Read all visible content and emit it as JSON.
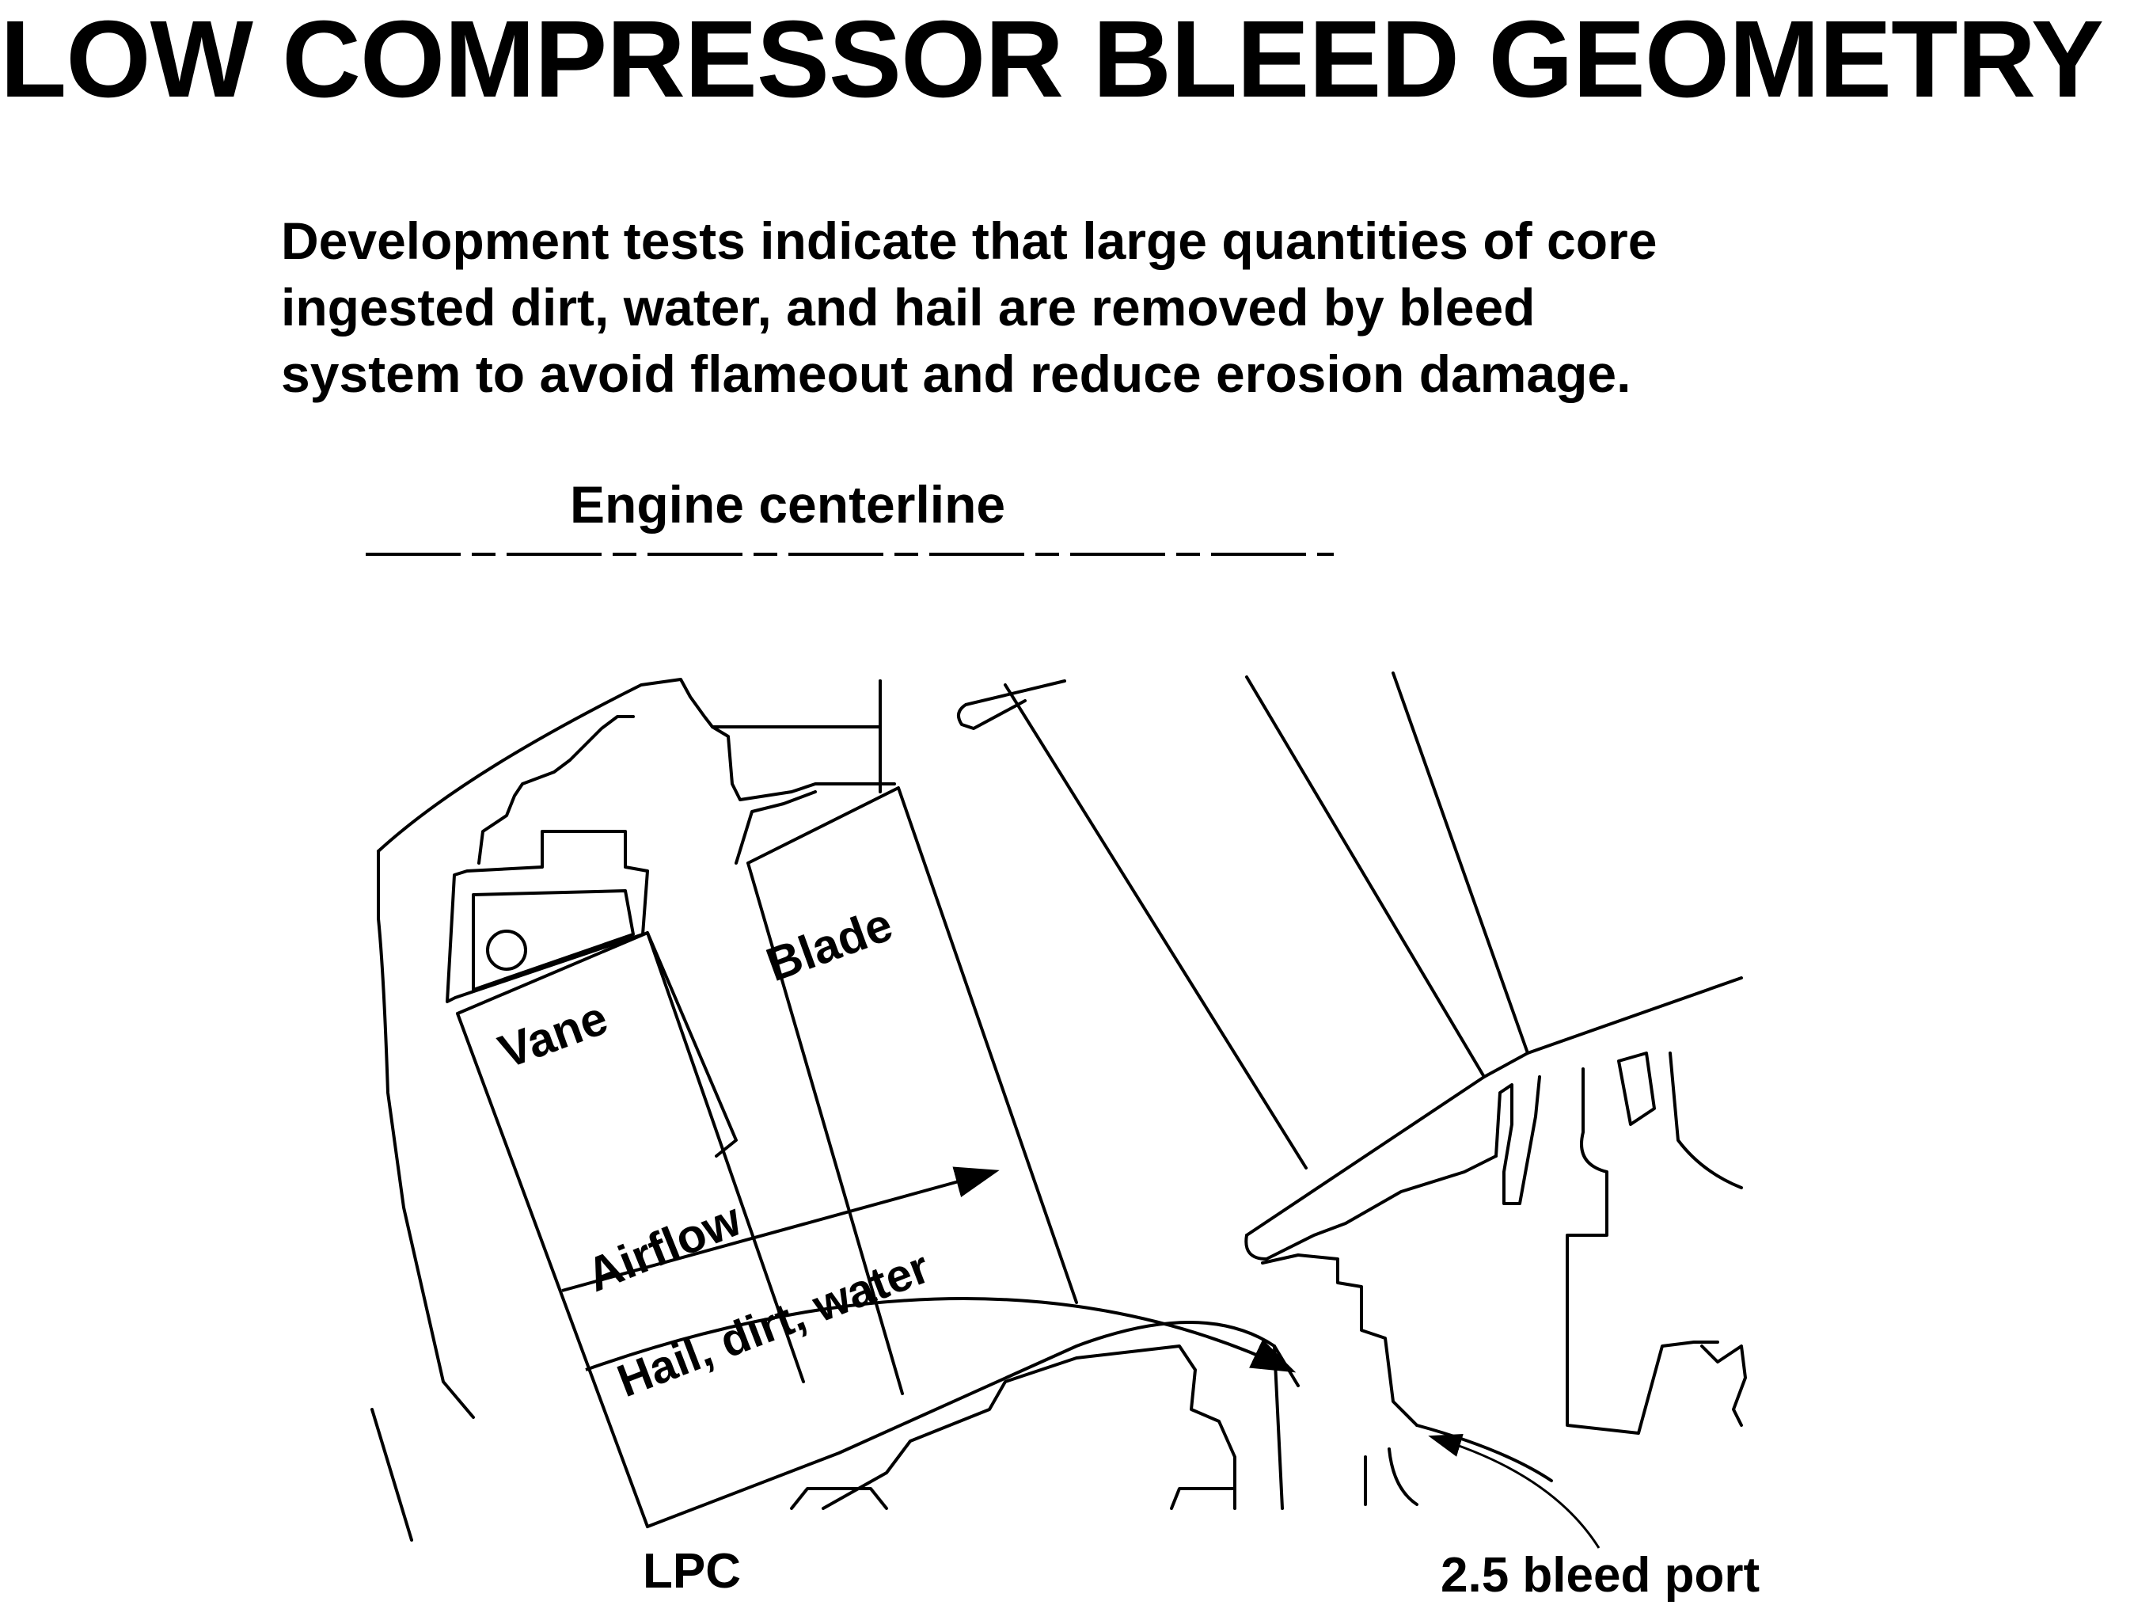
{
  "title": "LOW COMPRESSOR BLEED GEOMETRY",
  "description": [
    "Development tests indicate that large quantities of core",
    "ingested dirt, water, and hail are removed by bleed",
    "system to avoid flameout and reduce erosion damage."
  ],
  "diagram": {
    "centerline_label": "Engine centerline",
    "labels": {
      "vane": "Vane",
      "blade": "Blade",
      "airflow": "Airflow",
      "debris": "Hail, dirt, water",
      "lpc": "LPC",
      "bleed_port": "2.5 bleed port"
    }
  }
}
